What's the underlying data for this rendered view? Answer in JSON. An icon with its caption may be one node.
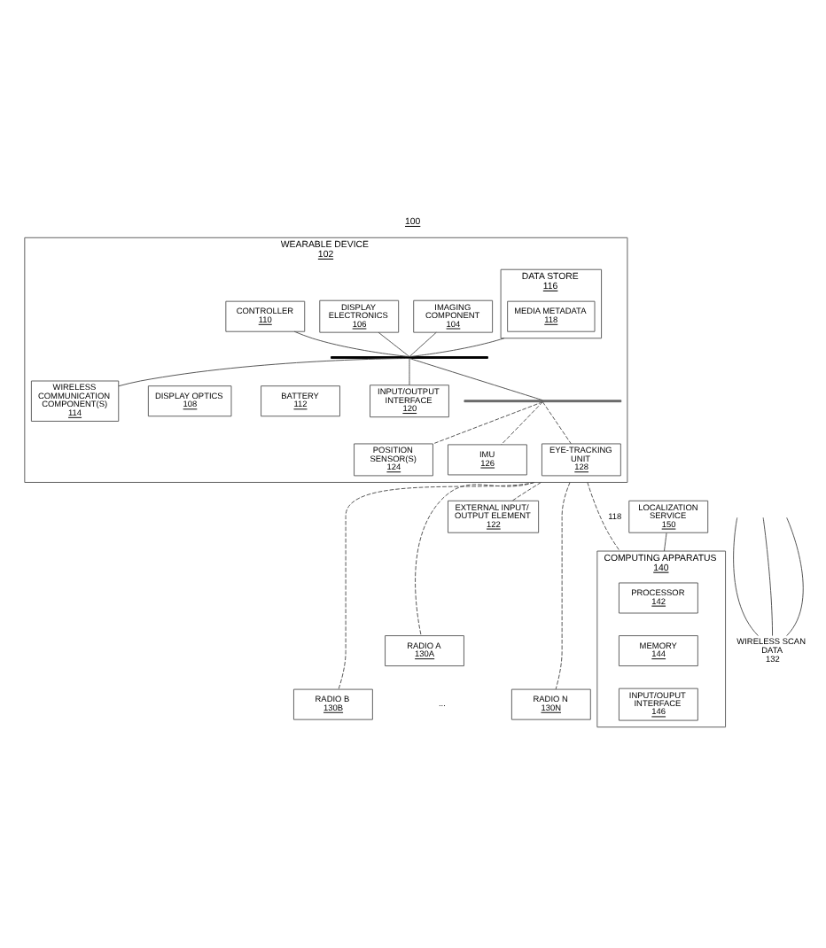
{
  "diagram": {
    "title": "100",
    "nodes": [
      {
        "text": [
          "WEARABLE DEVICE",
          "102"
        ]
      },
      {
        "text": [
          "IMAGING COMPONENT",
          "104"
        ],
        "in": 0
      },
      {
        "text": [
          "WIRELESS COMMUNICATION COMPONENT(S)",
          "114"
        ],
        "in": 0
      },
      {
        "text": [
          "POSITION SENSOR(S)",
          "124"
        ],
        "in": 0
      },
      {
        "text": [
          "DISPLAY ELECTRONICS",
          "106"
        ],
        "in": 0
      },
      {
        "text": [
          "DISPLAY OPTICS",
          "108"
        ],
        "in": 0
      },
      {
        "text": [
          "IMU",
          "126"
        ],
        "in": 0
      },
      {
        "text": [
          "CONTROLLER",
          "110"
        ],
        "in": 0
      },
      {
        "text": [
          "BATTERY",
          "112"
        ],
        "in": 0
      },
      {
        "text": [
          "EYE-TRACKING UNIT",
          "128"
        ],
        "in": 0
      },
      {
        "text": [
          "DATA STORE",
          "116"
        ],
        "in": 0
      },
      {
        "text": [
          "MEDIA METADATA",
          "118"
        ],
        "in": 10
      },
      {
        "text": [
          "INPUT/OUTPUT INTERFACE",
          "120"
        ],
        "in": 0
      },
      {
        "text": [],
        "shape": "bar",
        "in": 0
      },
      {
        "text": [],
        "shape": "bar",
        "in": 0
      },
      {
        "text": [
          "EXTERNAL INPUT/ OUTPUT ELEMENT",
          "122"
        ]
      },
      {
        "text": [
          "COMPUTING APPARATUS",
          "140"
        ]
      },
      {
        "text": [
          "PROCESSOR",
          "142"
        ],
        "in": 16
      },
      {
        "text": [
          "MEMORY",
          "144"
        ],
        "in": 16
      },
      {
        "text": [
          "INPUT/OUPUT INTERFACE",
          "146"
        ],
        "in": 16
      },
      {
        "text": [
          "RADIO A",
          "130A"
        ]
      },
      {
        "text": [
          "WIRELESS SCAN DATA",
          "132"
        ]
      },
      {
        "text": [
          "RADIO B",
          "130B"
        ]
      },
      {
        "text": [
          "RADIO N",
          "130N"
        ]
      },
      {
        "text": [
          "LOCALIZATION SERVICE",
          "150"
        ]
      }
    ],
    "edges": [
      {
        "from": 1,
        "to": 13,
        "arrow": "none"
      },
      {
        "from": 4,
        "to": 13,
        "arrow": "none"
      },
      {
        "from": 7,
        "to": 13,
        "arrow": "none"
      },
      {
        "from": 10,
        "to": 13,
        "arrow": "none"
      },
      {
        "from": 13,
        "to": 2,
        "arrow": "none"
      },
      {
        "from": 13,
        "to": 12,
        "arrow": "none"
      },
      {
        "from": 13,
        "to": 14,
        "arrow": "none"
      },
      {
        "from": 14,
        "to": 3,
        "arrow": "none",
        "style": "dashed"
      },
      {
        "from": 14,
        "to": 6,
        "arrow": "none",
        "style": "dashed"
      },
      {
        "from": 14,
        "to": 9,
        "arrow": "none",
        "style": "dashed"
      },
      {
        "from": 0,
        "to": 15,
        "arrow": "none",
        "style": "dashed"
      },
      {
        "from": 0,
        "to": 20,
        "arrow": "none",
        "style": "dashed"
      },
      {
        "from": 0,
        "to": 22,
        "arrow": "none",
        "style": "dashed"
      },
      {
        "from": 0,
        "to": 23,
        "arrow": "none",
        "style": "dashed"
      },
      {
        "from": 0,
        "to": 16,
        "arrow": "none",
        "style": "dashed",
        "label": "118"
      },
      {
        "from": 24,
        "to": 16,
        "arrow": "none"
      },
      {
        "from": 21,
        "to": null,
        "arrow": "none"
      },
      {
        "from": 21,
        "to": null,
        "arrow": "none"
      },
      {
        "from": 21,
        "to": null,
        "arrow": "none"
      }
    ],
    "labels": [
      "..."
    ]
  }
}
